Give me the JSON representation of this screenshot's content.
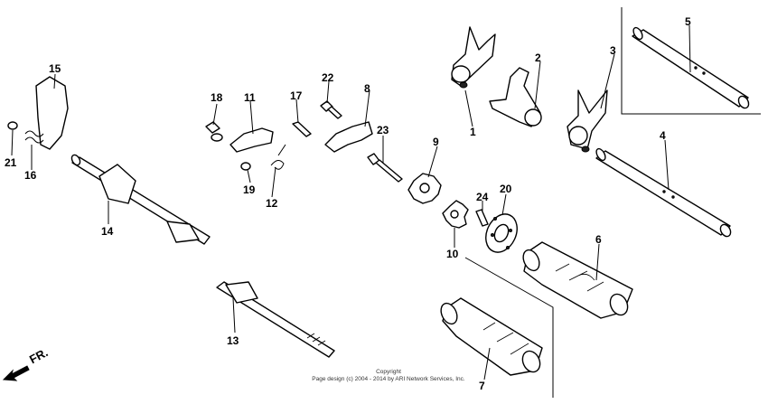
{
  "diagram": {
    "callouts": [
      "1",
      "2",
      "3",
      "4",
      "5",
      "6",
      "7",
      "10",
      "11",
      "12",
      "13",
      "14",
      "15",
      "16",
      "17",
      "18",
      "19",
      "20",
      "21",
      "22",
      "23",
      "24"
    ],
    "direction_label": "FR.",
    "copyright": {
      "line1": "Copyright",
      "line2": "Page design (c) 2004 - 2014 by ARI Network Services, Inc."
    }
  }
}
